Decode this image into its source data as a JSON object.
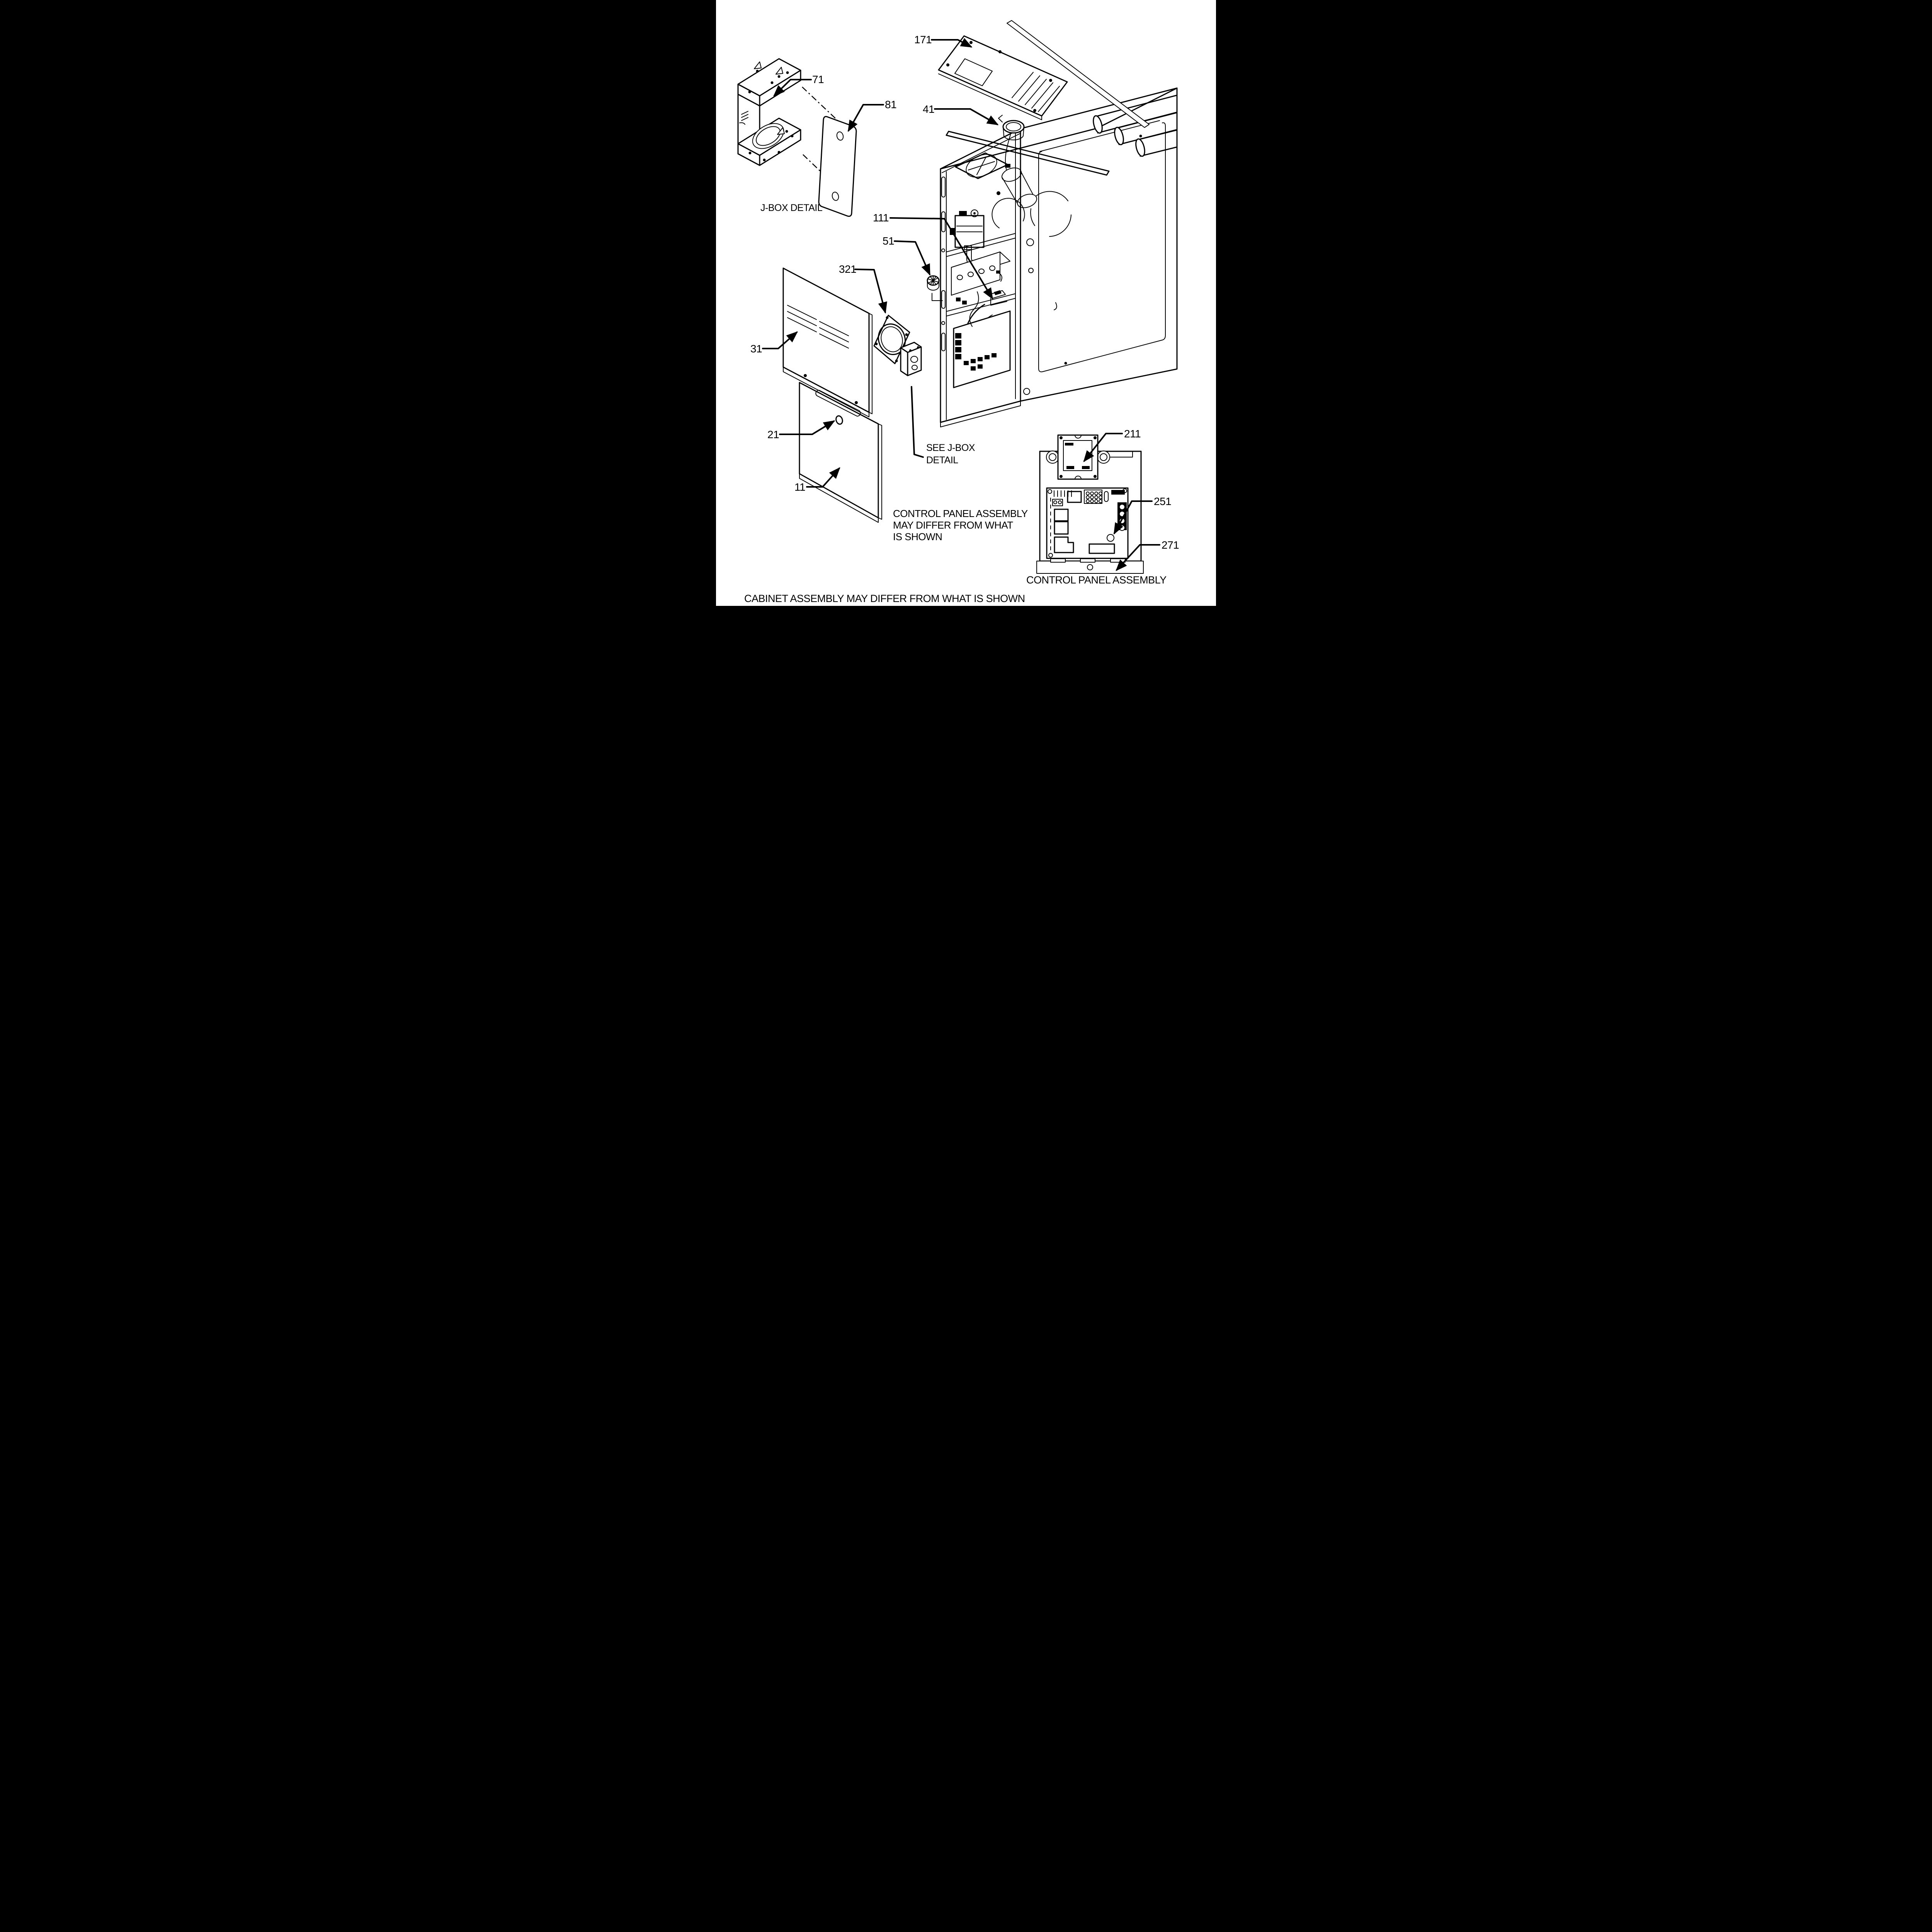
{
  "figure_type": "exploded-parts-diagram",
  "subject": "gas furnace cabinet assembly",
  "colors": {
    "line": "#000000",
    "paper": "#ffffff",
    "pillarbox": "#000000"
  },
  "callouts": {
    "c171": "171",
    "c71": "71",
    "c81": "81",
    "c41": "41",
    "c111": "111",
    "c51": "51",
    "c321": "321",
    "c31": "31",
    "c21": "21",
    "c11": "11",
    "c211": "211",
    "c251": "251",
    "c271": "271"
  },
  "labels": {
    "jbox_detail_title": "J-BOX DETAIL",
    "see_jbox_line1": "SEE J-BOX",
    "see_jbox_line2": "DETAIL",
    "cp_note_line1": "CONTROL PANEL ASSEMBLY",
    "cp_note_line2": "MAY DIFFER FROM WHAT",
    "cp_note_line3": "IS SHOWN",
    "control_panel_title": "CONTROL PANEL ASSEMBLY",
    "cabinet_note": "CABINET ASSEMBLY MAY DIFFER FROM WHAT IS SHOWN"
  }
}
